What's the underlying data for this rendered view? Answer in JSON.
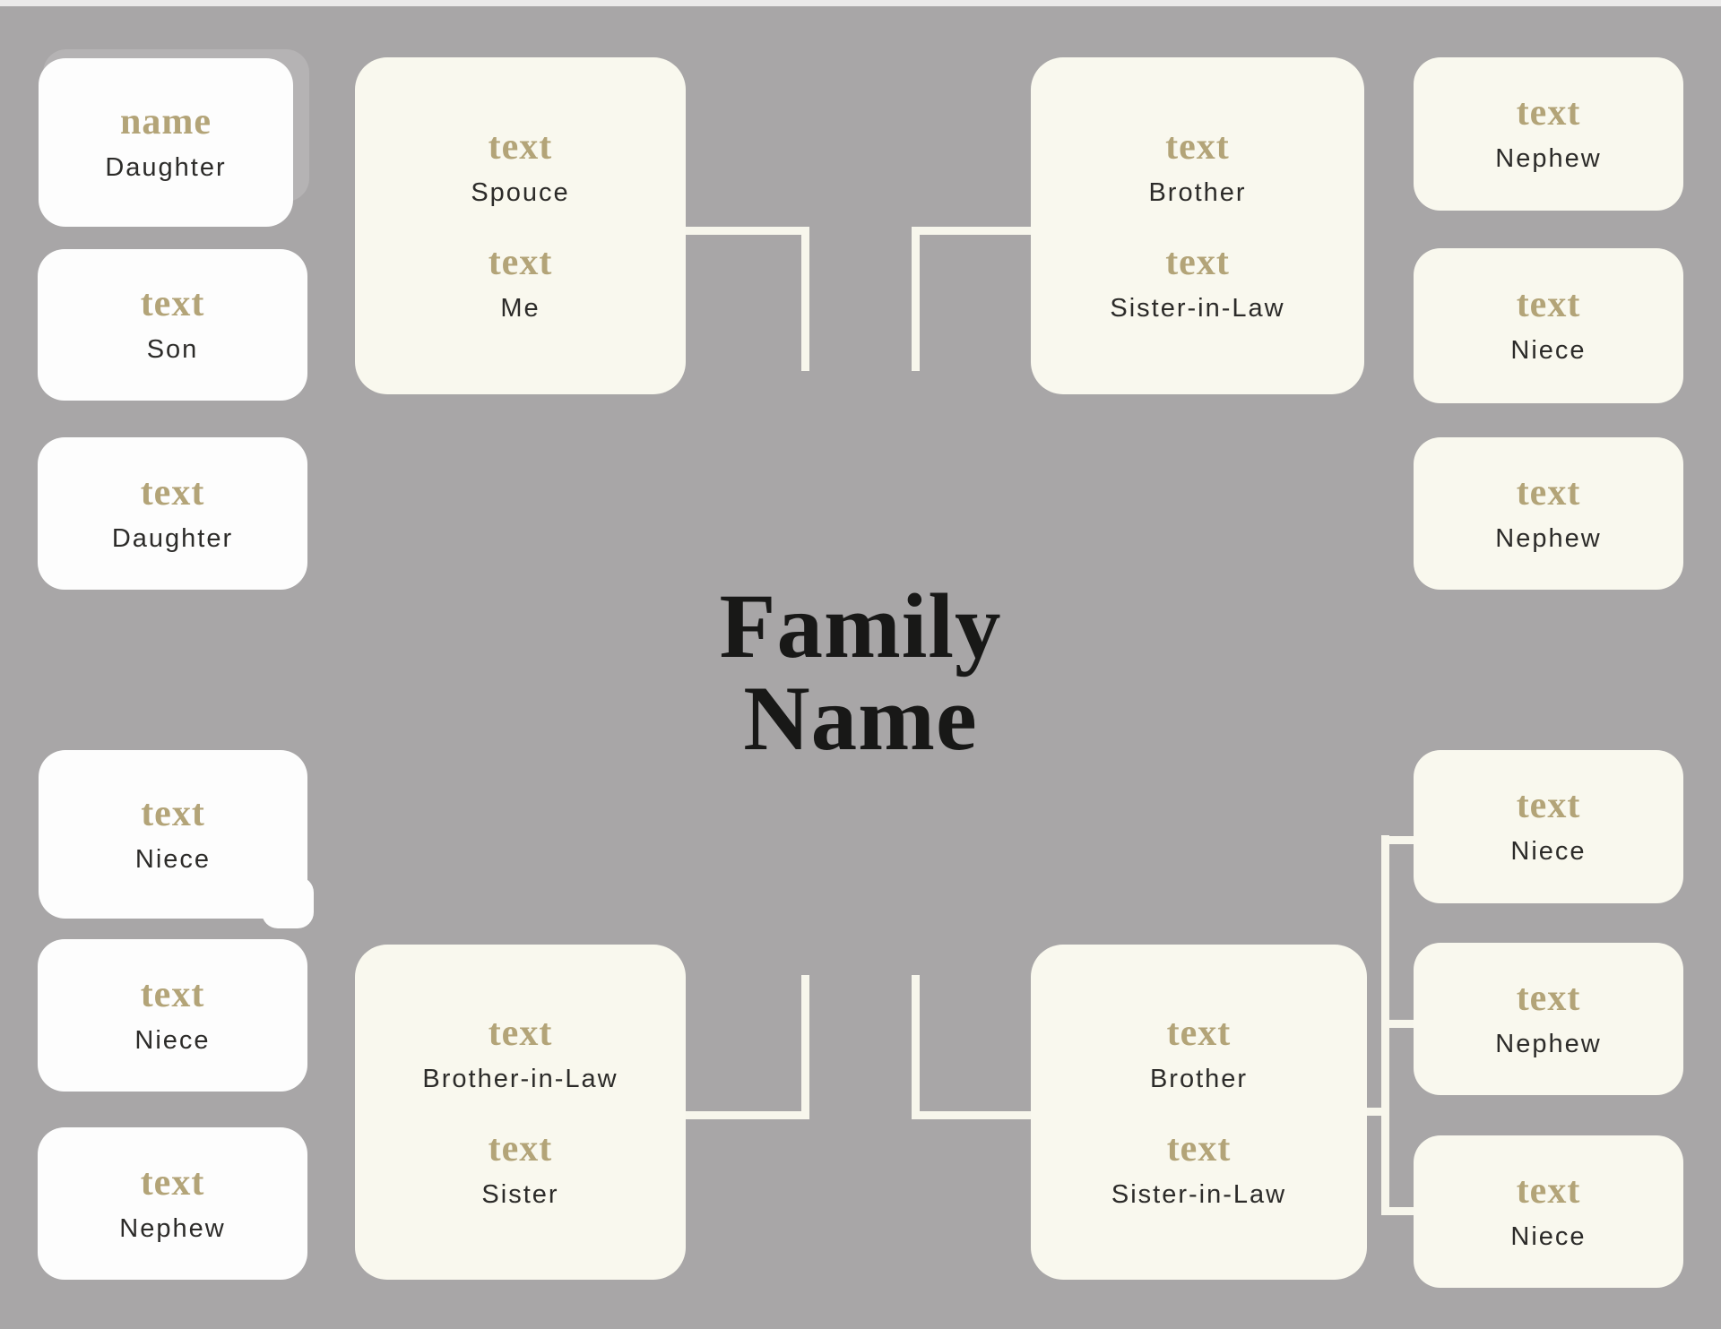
{
  "title": {
    "line1": "Family",
    "line2": "Name"
  },
  "colors": {
    "background": "#a8a6a7",
    "card_cream": "#f9f8ee",
    "card_white": "#fdfdfd",
    "label_gold": "#b3a478",
    "name_text": "#2c2b29",
    "title_text": "#181817",
    "connector": "#f7f6ec",
    "ghost_card": "#b5b3b4",
    "top_strip": "#ebeaea"
  },
  "groups": {
    "top_left_children": [
      {
        "label": "name",
        "name": "Daughter"
      },
      {
        "label": "text",
        "name": "Son"
      },
      {
        "label": "text",
        "name": "Daughter"
      }
    ],
    "top_left_couple": [
      {
        "label": "text",
        "name": "Spouce"
      },
      {
        "label": "text",
        "name": "Me"
      }
    ],
    "top_right_couple": [
      {
        "label": "text",
        "name": "Brother"
      },
      {
        "label": "text",
        "name": "Sister-in-Law"
      }
    ],
    "top_right_children": [
      {
        "label": "text",
        "name": "Nephew"
      },
      {
        "label": "text",
        "name": "Niece"
      },
      {
        "label": "text",
        "name": "Nephew"
      }
    ],
    "bottom_left_children": [
      {
        "label": "text",
        "name": "Niece"
      },
      {
        "label": "text",
        "name": "Niece"
      },
      {
        "label": "text",
        "name": "Nephew"
      }
    ],
    "bottom_left_couple": [
      {
        "label": "text",
        "name": "Brother-in-Law"
      },
      {
        "label": "text",
        "name": "Sister"
      }
    ],
    "bottom_right_couple": [
      {
        "label": "text",
        "name": "Brother"
      },
      {
        "label": "text",
        "name": "Sister-in-Law"
      }
    ],
    "bottom_right_children": [
      {
        "label": "text",
        "name": "Niece"
      },
      {
        "label": "text",
        "name": "Nephew"
      },
      {
        "label": "text",
        "name": "Niece"
      }
    ]
  }
}
